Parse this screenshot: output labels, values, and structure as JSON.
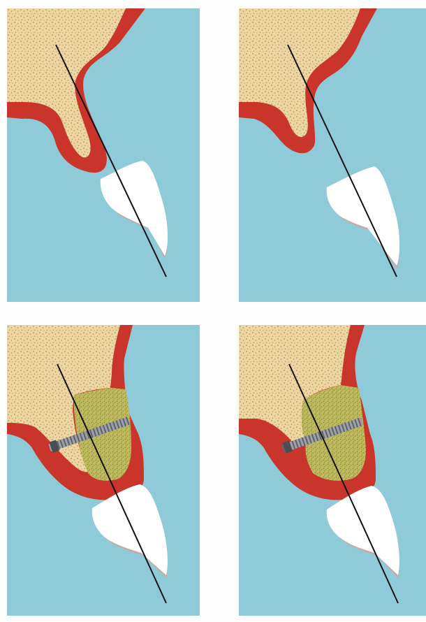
{
  "figure": {
    "panel_count": 4,
    "panels": [
      {
        "id": "a",
        "stage": "preoperative",
        "has_graft": false,
        "has_screw": false
      },
      {
        "id": "b",
        "stage": "preoperative-variant",
        "has_graft": false,
        "has_screw": false
      },
      {
        "id": "c",
        "stage": "graft-with-screw",
        "has_graft": true,
        "has_screw": true
      },
      {
        "id": "d",
        "stage": "graft-with-screw-variant",
        "has_graft": true,
        "has_screw": true
      }
    ],
    "colors": {
      "background": "#8fcad8",
      "bone": "#eed6a1",
      "bone_dots": "#a88f66",
      "soft_tissue": "#c9352a",
      "soft_tissue_dark": "#b02a22",
      "graft": "#bfbb5e",
      "graft_dots": "#8a8b35",
      "tooth": "#ffffff",
      "tooth_shadow": "#c9a9a4",
      "screw": "#7b7f86",
      "axis_line": "#111111"
    }
  }
}
